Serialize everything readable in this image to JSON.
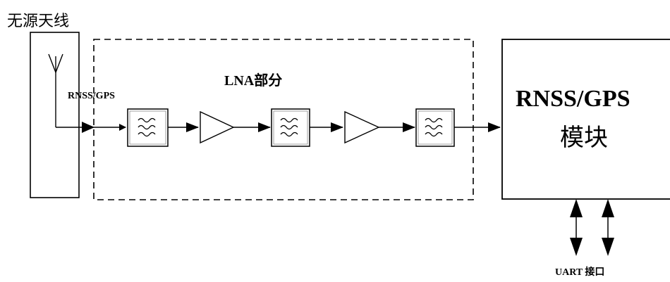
{
  "labels": {
    "antenna_title": "无源天线",
    "signal_label": "RNSS/GPS",
    "lna_title": "LNA部分",
    "module_line1": "RNSS/GPS",
    "module_line2": "模块",
    "uart_label": "UART 接口"
  }
}
